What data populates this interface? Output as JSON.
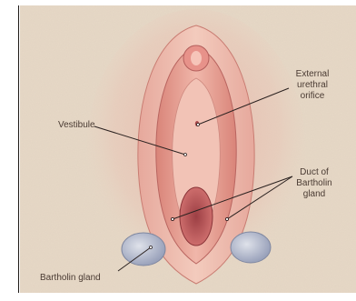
{
  "labels": {
    "external_urethral_orifice": [
      "External",
      "urethral",
      "orifice"
    ],
    "vestibule": "Vestibule",
    "duct_of_bartholin_gland": [
      "Duct of",
      "Bartholin",
      "gland"
    ],
    "bartholin_gland": "Bartholin gland"
  },
  "colors": {
    "background": "#e7d9c7",
    "tissue": "#e9a398",
    "tissue_light": "#f4c9bd",
    "tissue_dark": "#b45f5c",
    "gland": "#b7bdd0",
    "leader_line": "#2b2220"
  }
}
